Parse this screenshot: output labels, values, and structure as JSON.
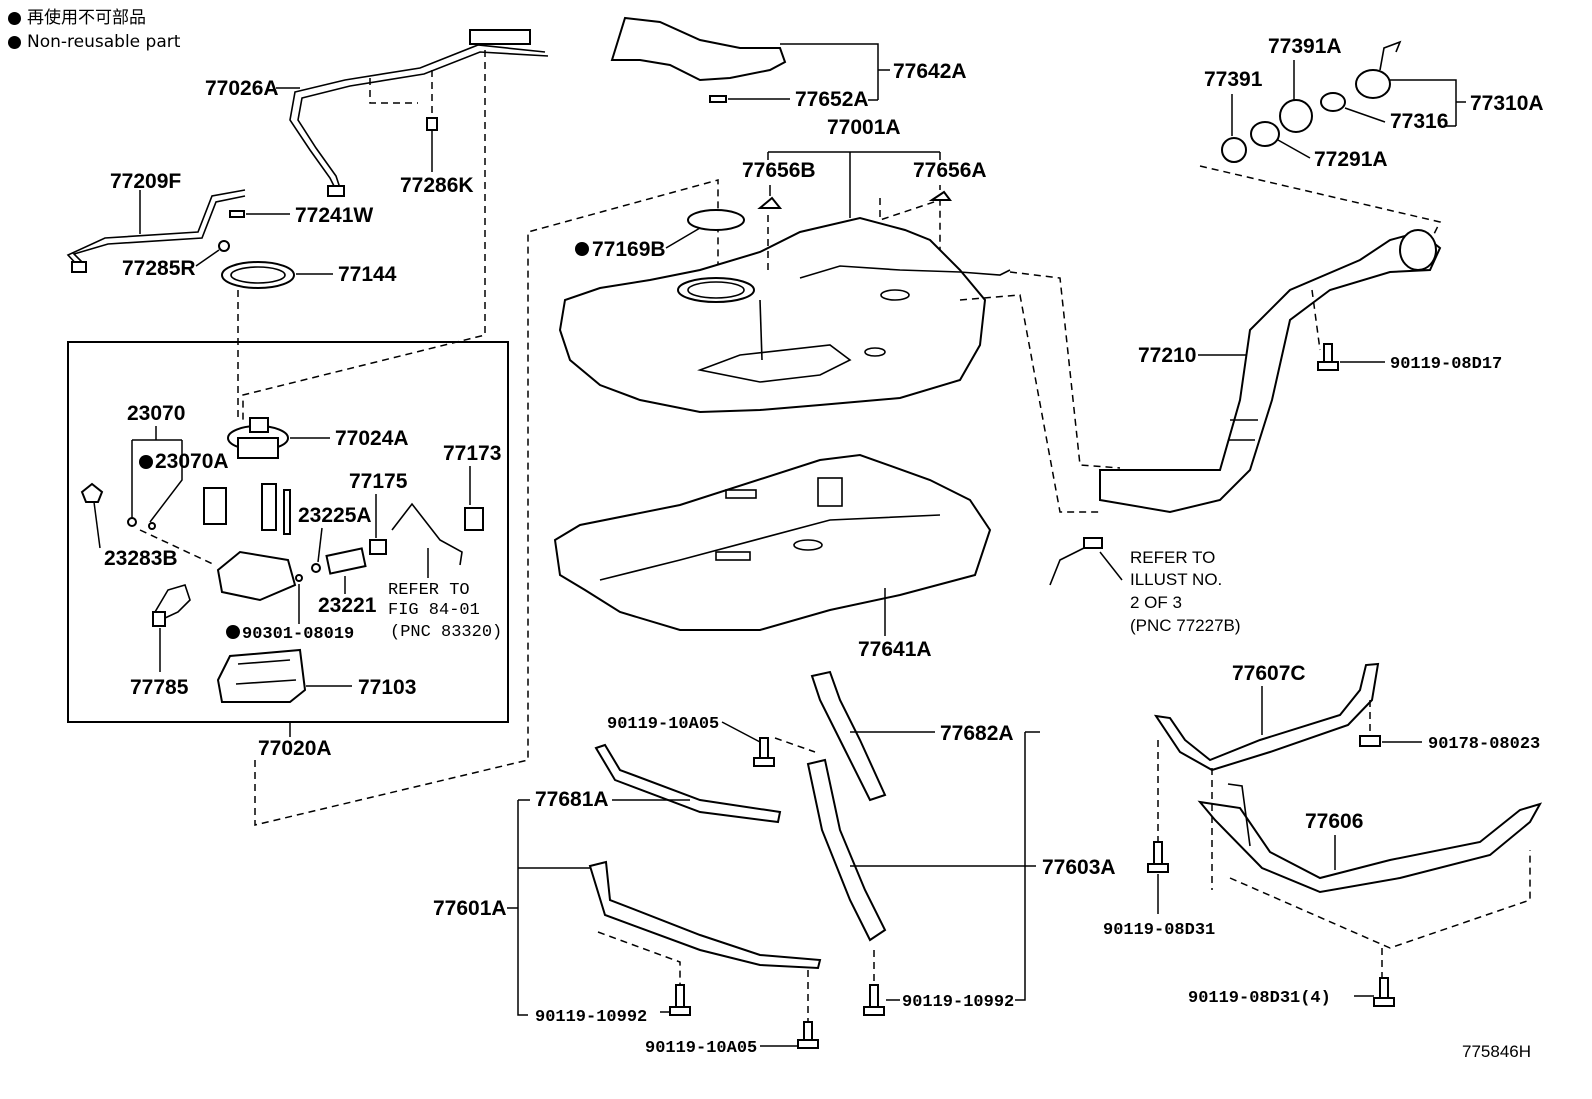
{
  "legend": {
    "line1": "再使用不可部品",
    "line2": "Non-reusable part"
  },
  "labels": {
    "l77026A": "77026A",
    "l77209F": "77209F",
    "l77241W": "77241W",
    "l77286K": "77286K",
    "l77285R": "77285R",
    "l77144": "77144",
    "l77642A": "77642A",
    "l77652A": "77652A",
    "l77001A": "77001A",
    "l77656B": "77656B",
    "l77656A": "77656A",
    "l77169B": "77169B",
    "l77391A": "77391A",
    "l77391": "77391",
    "l77316": "77316",
    "l77310A": "77310A",
    "l77291A": "77291A",
    "l77210": "77210",
    "l90119_08D17": "90119-08D17",
    "l23070": "23070",
    "l23070A": "23070A",
    "l77024A": "77024A",
    "l77173": "77173",
    "l77175": "77175",
    "l23225A": "23225A",
    "l23283B": "23283B",
    "l23221": "23221",
    "l90301_08019": "90301-08019",
    "l77785": "77785",
    "l77103": "77103",
    "l77020A": "77020A",
    "l77641A": "77641A",
    "l90119_10A05_top": "90119-10A05",
    "l77682A": "77682A",
    "l77681A": "77681A",
    "l77601A": "77601A",
    "l77603A": "77603A",
    "l90119_10992_left": "90119-10992",
    "l90119_10A05_bot": "90119-10A05",
    "l90119_10992_right": "90119-10992",
    "l77607C": "77607C",
    "l90178_08023": "90178-08023",
    "l77606": "77606",
    "l90119_08D31": "90119-08D31",
    "l90119_08D31_4": "90119-08D31(4)"
  },
  "notes": {
    "refer_fig_1": "REFER TO",
    "refer_fig_2": "FIG 84-01",
    "refer_fig_3": "(PNC 83320)",
    "refer_illust_1": "REFER TO",
    "refer_illust_2": "ILLUST NO.",
    "refer_illust_3": "2 OF 3",
    "refer_illust_4": "(PNC 77227B)"
  },
  "diagram_code": "775846H"
}
